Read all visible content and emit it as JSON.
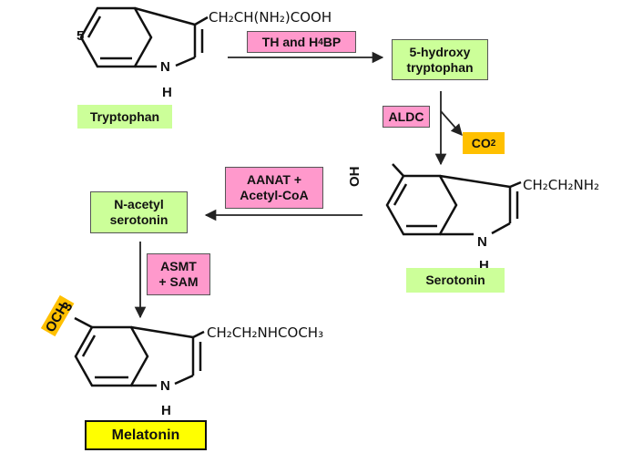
{
  "nodes": {
    "tryptophan": "Tryptophan",
    "hydroxytryptophan_line1": "5-hydroxy",
    "hydroxytryptophan_line2": "tryptophan",
    "serotonin": "Serotonin",
    "n_acetyl_line1": "N-acetyl",
    "n_acetyl_line2": "serotonin",
    "melatonin": "Melatonin"
  },
  "enzymes": {
    "th_prefix": "TH and H",
    "th_sub": "4",
    "th_suffix": "BP",
    "aldc": "ALDC",
    "aanat_line1": "AANAT +",
    "aanat_line2": "Acetyl-CoA",
    "asmt_line1": "ASMT",
    "asmt_line2": "+ SAM"
  },
  "byproduct": {
    "co2_main": "CO",
    "co2_sub": "2"
  },
  "structures": {
    "tryptophan_side_chain": "CH₂CH(NH₂)COOH",
    "tryptophan_position": "5",
    "serotonin_side_chain": "CH₂CH₂NH₂",
    "serotonin_hydroxyl": "OH",
    "melatonin_side_chain": "CH₂CH₂NHCOCH₃",
    "methoxy_main": "OCH",
    "methoxy_sub": "3",
    "ring_nitrogen": "N",
    "ring_hydrogen": "H"
  },
  "colors": {
    "substrate_box": "#ccff99",
    "enzyme_box": "#ff99cc",
    "byproduct_box": "#ffc000",
    "product_box": "#ffff00"
  }
}
